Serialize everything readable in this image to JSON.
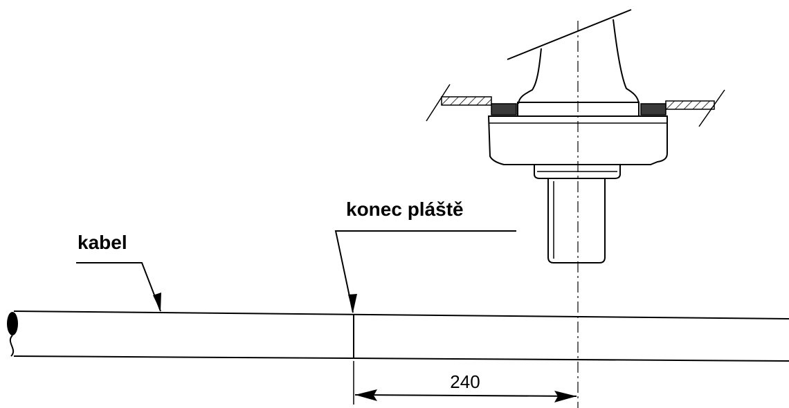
{
  "labels": {
    "cable": "kabel",
    "sheath_end": "konec pláště"
  },
  "dimension": {
    "value": "240"
  }
}
